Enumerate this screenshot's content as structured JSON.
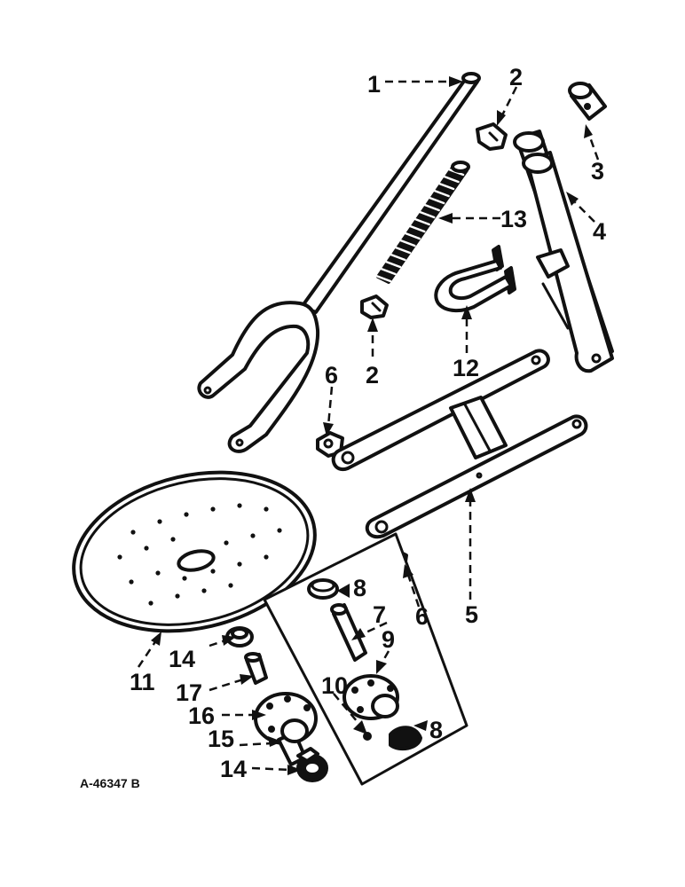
{
  "diagram": {
    "callouts": [
      "1",
      "2",
      "3",
      "4",
      "13",
      "2",
      "12",
      "6",
      "5",
      "11",
      "8",
      "7",
      "6",
      "9",
      "14",
      "10",
      "17",
      "16",
      "15",
      "8",
      "14"
    ],
    "figure_code": "A-46347 B"
  }
}
